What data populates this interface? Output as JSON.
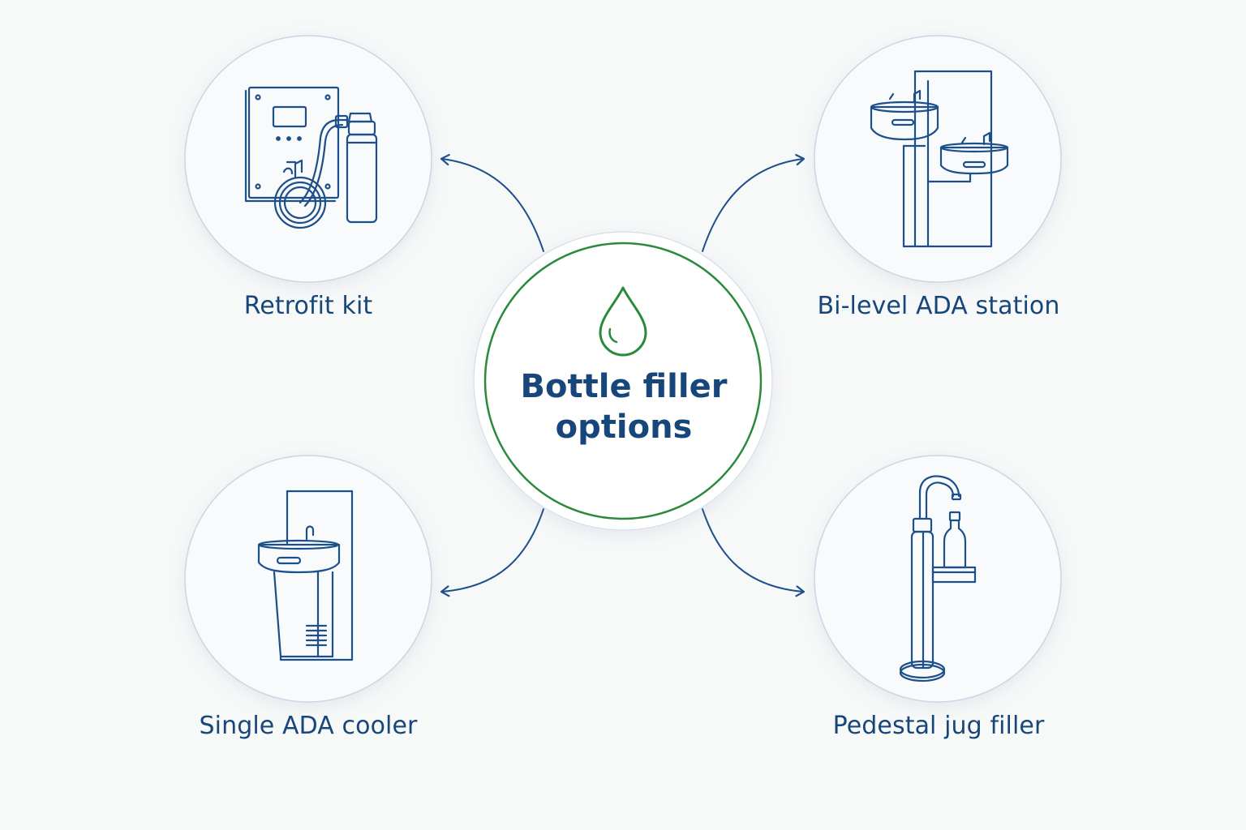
{
  "center": {
    "title_line1": "Bottle filler",
    "title_line2": "options"
  },
  "options": [
    {
      "id": "retrofit",
      "label": "Retrofit kit",
      "icon": "retrofit-kit-icon"
    },
    {
      "id": "bilevel",
      "label": "Bi-level ADA station",
      "icon": "bi-level-station-icon"
    },
    {
      "id": "single",
      "label": "Single ADA cooler",
      "icon": "single-cooler-icon"
    },
    {
      "id": "pedestal",
      "label": "Pedestal jug filler",
      "icon": "pedestal-filler-icon"
    }
  ],
  "colors": {
    "line": "#1d4f8a",
    "text": "#16467a",
    "accent": "#2a8a3a",
    "circle_border": "#c9d6e3",
    "background": "#f7f8f8"
  }
}
